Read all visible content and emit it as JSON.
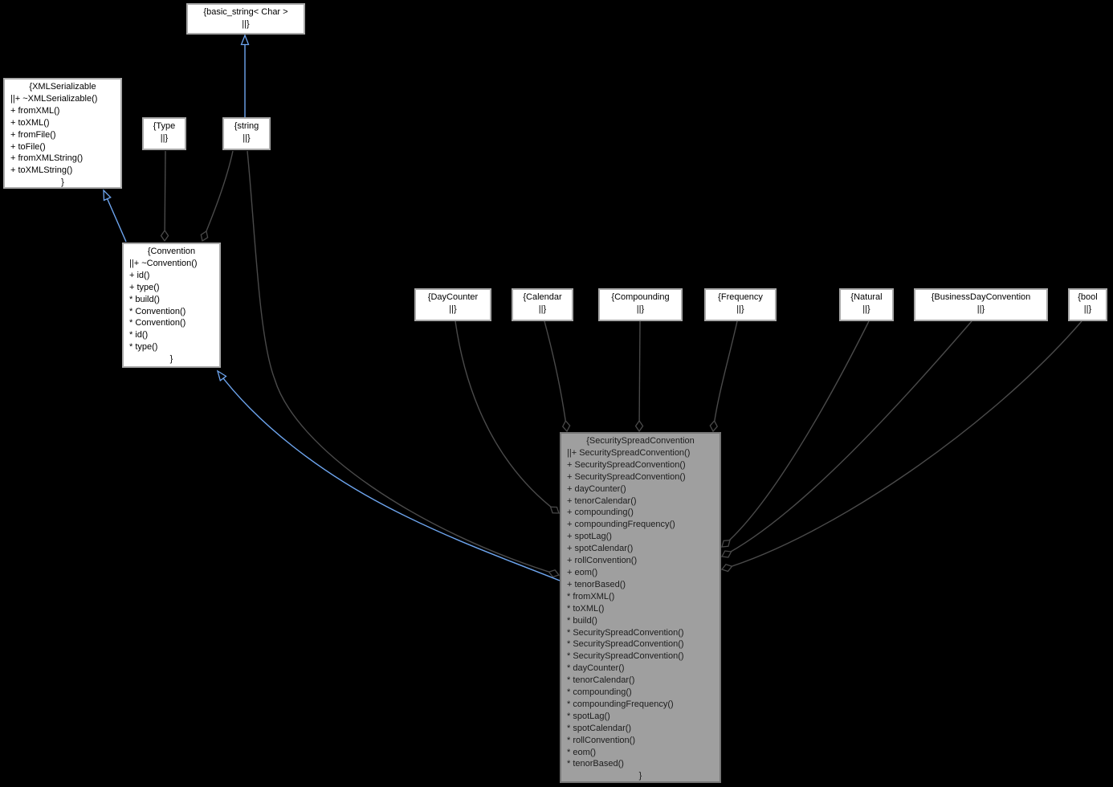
{
  "diagram": {
    "kind": "uml-collaboration-diagram",
    "background_color": "#000000",
    "node_fill": "#ffffff",
    "node_border": "#a9a9a9",
    "highlight_node_fill": "#9f9f9f",
    "aggregation_edge_color": "#4a4a4a",
    "inheritance_edge_color": "#6ea6f0",
    "text_color": "#000000"
  },
  "nodes": {
    "basic_string": {
      "title": "{basic_string< Char >",
      "members": "",
      "closing": "||}"
    },
    "xml_serializable": {
      "title": "{XMLSerializable",
      "members": "||+ ~XMLSerializable()\n+ fromXML()\n+ toXML()\n+ fromFile()\n+ toFile()\n+ fromXMLString()\n+ toXMLString()",
      "closing": "}"
    },
    "type": {
      "title": "{Type",
      "members": "",
      "closing": "||}"
    },
    "string": {
      "title": "{string",
      "members": "",
      "closing": "||}"
    },
    "convention": {
      "title": "{Convention",
      "members": "||+ ~Convention()\n+ id()\n+ type()\n* build()\n* Convention()\n* Convention()\n* id()\n* type()",
      "closing": "}"
    },
    "day_counter": {
      "title": "{DayCounter",
      "members": "",
      "closing": "||}"
    },
    "calendar": {
      "title": "{Calendar",
      "members": "",
      "closing": "||}"
    },
    "compounding": {
      "title": "{Compounding",
      "members": "",
      "closing": "||}"
    },
    "frequency": {
      "title": "{Frequency",
      "members": "",
      "closing": "||}"
    },
    "natural": {
      "title": "{Natural",
      "members": "",
      "closing": "||}"
    },
    "business_day_convention": {
      "title": "{BusinessDayConvention",
      "members": "",
      "closing": "||}"
    },
    "bool": {
      "title": "{bool",
      "members": "",
      "closing": "||}"
    },
    "security_spread_convention": {
      "title": "{SecuritySpreadConvention",
      "members": "||+ SecuritySpreadConvention()\n+ SecuritySpreadConvention()\n+ SecuritySpreadConvention()\n+ dayCounter()\n+ tenorCalendar()\n+ compounding()\n+ compoundingFrequency()\n+ spotLag()\n+ spotCalendar()\n+ rollConvention()\n+ eom()\n+ tenorBased()\n* fromXML()\n* toXML()\n* build()\n* SecuritySpreadConvention()\n* SecuritySpreadConvention()\n* SecuritySpreadConvention()\n* dayCounter()\n* tenorCalendar()\n* compounding()\n* compoundingFrequency()\n* spotLag()\n* spotCalendar()\n* rollConvention()\n* eom()\n* tenorBased()",
      "closing": "}"
    }
  },
  "edges": [
    {
      "from": "string",
      "to": "basic_string",
      "type": "inheritance"
    },
    {
      "from": "Convention",
      "to": "XMLSerializable",
      "type": "inheritance"
    },
    {
      "from": "SecuritySpreadConvention",
      "to": "Convention",
      "type": "inheritance"
    },
    {
      "from": "Type",
      "to": "Convention",
      "type": "aggregation"
    },
    {
      "from": "string",
      "to": "Convention",
      "type": "aggregation"
    },
    {
      "from": "string",
      "to": "SecuritySpreadConvention",
      "type": "aggregation"
    },
    {
      "from": "DayCounter",
      "to": "SecuritySpreadConvention",
      "type": "aggregation"
    },
    {
      "from": "Calendar",
      "to": "SecuritySpreadConvention",
      "type": "aggregation"
    },
    {
      "from": "Compounding",
      "to": "SecuritySpreadConvention",
      "type": "aggregation"
    },
    {
      "from": "Frequency",
      "to": "SecuritySpreadConvention",
      "type": "aggregation"
    },
    {
      "from": "Natural",
      "to": "SecuritySpreadConvention",
      "type": "aggregation"
    },
    {
      "from": "BusinessDayConvention",
      "to": "SecuritySpreadConvention",
      "type": "aggregation"
    },
    {
      "from": "bool",
      "to": "SecuritySpreadConvention",
      "type": "aggregation"
    }
  ]
}
